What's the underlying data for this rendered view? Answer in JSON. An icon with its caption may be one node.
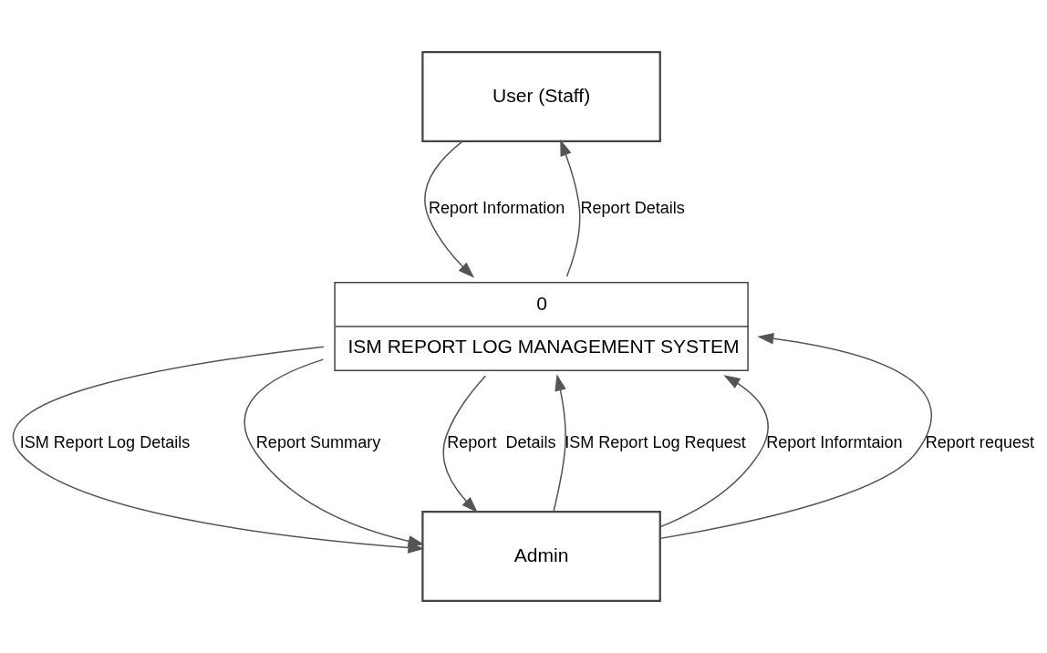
{
  "diagram": {
    "nodes": [
      {
        "text": [
          "User (Staff)"
        ]
      },
      {
        "text": [
          "0",
          "ISM REPORT LOG MANAGEMENT SYSTEM"
        ]
      },
      {
        "text": [
          "Admin"
        ]
      }
    ],
    "edges": [
      {
        "from": 1,
        "to": 0,
        "arrow": "to",
        "label": "Report Details"
      },
      {
        "from": 0,
        "to": 1,
        "arrow": "to",
        "label": "Report Information"
      },
      {
        "from": 1,
        "to": 2,
        "arrow": "to",
        "label": "ISM Report Log Details"
      },
      {
        "from": 1,
        "to": 2,
        "arrow": "to",
        "label": "Report Summary"
      },
      {
        "from": 1,
        "to": 2,
        "arrow": "to",
        "label": "Report  Details"
      },
      {
        "from": 2,
        "to": 1,
        "arrow": "to",
        "label": "ISM Report Log Request"
      },
      {
        "from": 2,
        "to": 1,
        "arrow": "to",
        "label": "Report Informtaion"
      },
      {
        "from": 2,
        "to": 1,
        "arrow": "to",
        "label": "Report request"
      }
    ]
  }
}
